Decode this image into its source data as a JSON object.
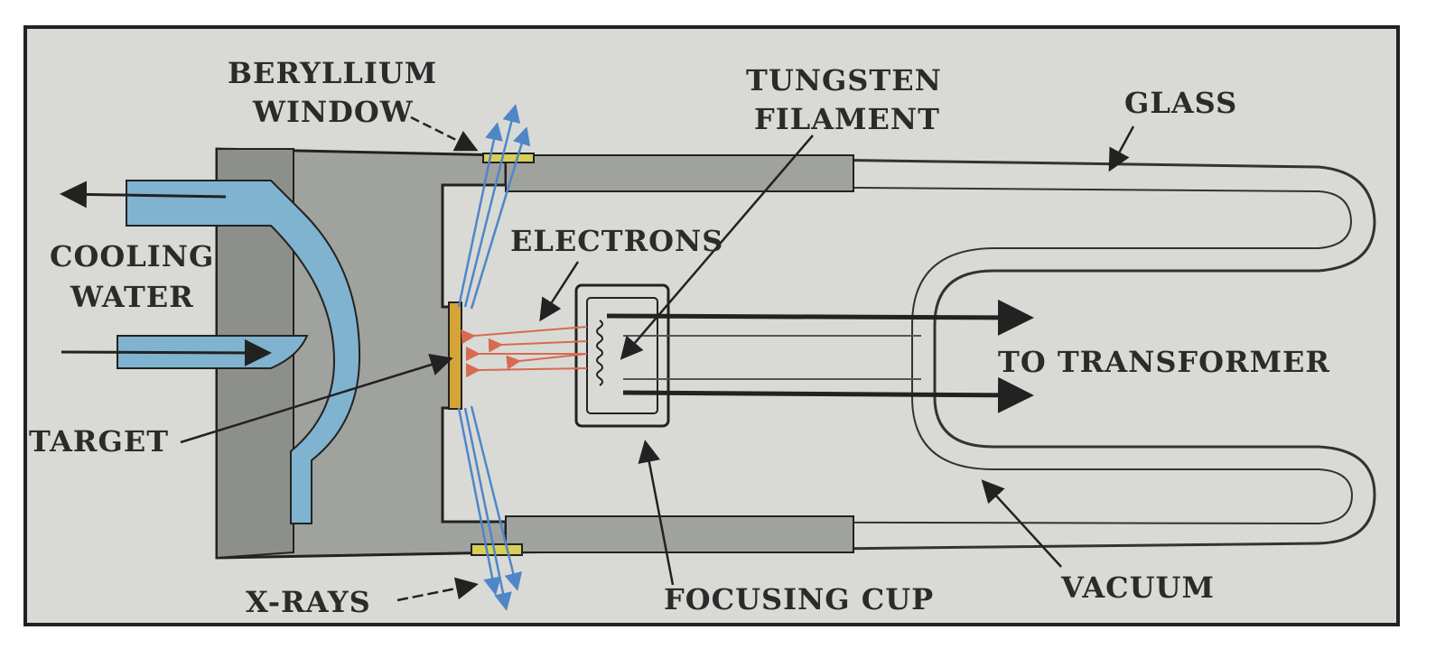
{
  "labels": {
    "beryllium_window_line1": "BERYLLIUM",
    "beryllium_window_line2": "WINDOW",
    "tungsten_filament_line1": "TUNGSTEN",
    "tungsten_filament_line2": "FILAMENT",
    "glass": "GLASS",
    "electrons": "ELECTRONS",
    "cooling_water_line1": "COOLING",
    "cooling_water_line2": "WATER",
    "to_transformer": "TO TRANSFORMER",
    "target": "TARGET",
    "x_rays": "X-RAYS",
    "focusing_cup": "FOCUSING CUP",
    "vacuum": "VACUUM"
  },
  "colors": {
    "background": "#d9dad5",
    "housing": "#9fa29d",
    "water": "#7fb3cf",
    "target": "#d4a437",
    "window": "#d8cf56",
    "xray": "#4f86c8",
    "electron": "#d86a52",
    "outline": "#222222"
  }
}
